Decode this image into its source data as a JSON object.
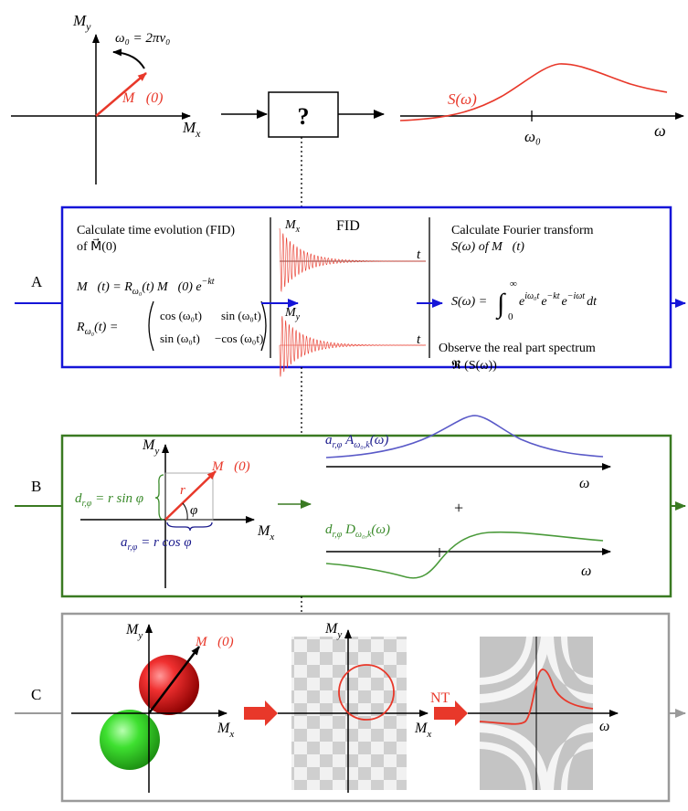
{
  "top": {
    "axis_my": "M",
    "axis_my_sub": "y",
    "axis_mx": "M",
    "axis_mx_sub": "x",
    "rotation_label": "ω₀ = 2πν₀",
    "vector_label": "M⃗(0)",
    "question_box": "?",
    "spectrum_label": "S(ω)",
    "omega0_tick": "ω₀",
    "omega_axis": "ω"
  },
  "panel_a": {
    "letter": "A",
    "calc_time_line1": "Calculate time evolution (FID)",
    "calc_time_line2": "of M⃗(0)",
    "eq_mt": "M⃗(t) = R",
    "eq_mt_sub": "ω₀",
    "eq_mt_rest": "(t) M⃗(0) e",
    "eq_mt_exp": "−kt",
    "rot_lhs": "R",
    "rot_lhs_sub": "ω₀",
    "rot_lhs_rest": "(t) =",
    "rot_m11": "cos (ω₀t)",
    "rot_m12": "sin (ω₀t)",
    "rot_m21": "sin (ω₀t)",
    "rot_m22": "−cos (ω₀t)",
    "fid_title": "FID",
    "fid_mx": "M",
    "fid_mx_sub": "x",
    "fid_my": "M",
    "fid_my_sub": "y",
    "fid_t1": "t",
    "fid_t2": "t",
    "calc_fourier_line1": "Calculate Fourier transform",
    "calc_fourier_line2": "S(ω)  of  M⃗(t)",
    "eq_s": "S(ω) =",
    "eq_int_upper": "∞",
    "eq_int_lower": "0",
    "eq_integrand": "e",
    "eq_exp1": "iω₀t",
    "eq_exp2": "−kt",
    "eq_exp3": "−iωt",
    "eq_dt": "dt",
    "observe_line1": "Observe the real part spectrum",
    "observe_line2": "𝕽 (S(ω))"
  },
  "panel_b": {
    "letter": "B",
    "axis_my": "M",
    "axis_my_sub": "y",
    "axis_mx": "M",
    "axis_mx_sub": "x",
    "vector_label": "M⃗(0)",
    "r_label": "r",
    "phi_label": "φ",
    "d_label": "d",
    "d_sub": "r,φ",
    "d_rest": " = r sin φ",
    "a_label": "a",
    "a_sub": "r,φ",
    "a_rest": " = r cos φ",
    "abs_label_a": "a",
    "abs_label_a_sub": "r,φ",
    "abs_label_A": " A",
    "abs_label_A_sub": "ω₀,k",
    "abs_label_rest": "(ω)",
    "disp_label_d": "d",
    "disp_label_d_sub": "r,φ",
    "disp_label_D": " D",
    "disp_label_D_sub": "ω₀,k",
    "disp_label_rest": "(ω)",
    "plus": "+",
    "omega_axis_1": "ω",
    "omega_axis_2": "ω"
  },
  "panel_c": {
    "letter": "C",
    "axis_my_1": "M",
    "axis_my_1_sub": "y",
    "axis_mx_1": "M",
    "axis_mx_1_sub": "x",
    "vector_label": "M⃗(0)",
    "axis_my_2": "M",
    "axis_my_2_sub": "y",
    "axis_mx_2": "M",
    "axis_mx_2_sub": "x",
    "nt_label": "NT",
    "omega_axis": "ω"
  },
  "colors": {
    "blue_box": "#1515d8",
    "green_box": "#3a7a22",
    "gray_box": "#9a9a9a",
    "red": "#e8382a",
    "navy_text": "#1a1a8c",
    "green_text": "#3a8a2a",
    "purple_curve": "#5a5ac8",
    "green_curve": "#4a9a3a"
  }
}
